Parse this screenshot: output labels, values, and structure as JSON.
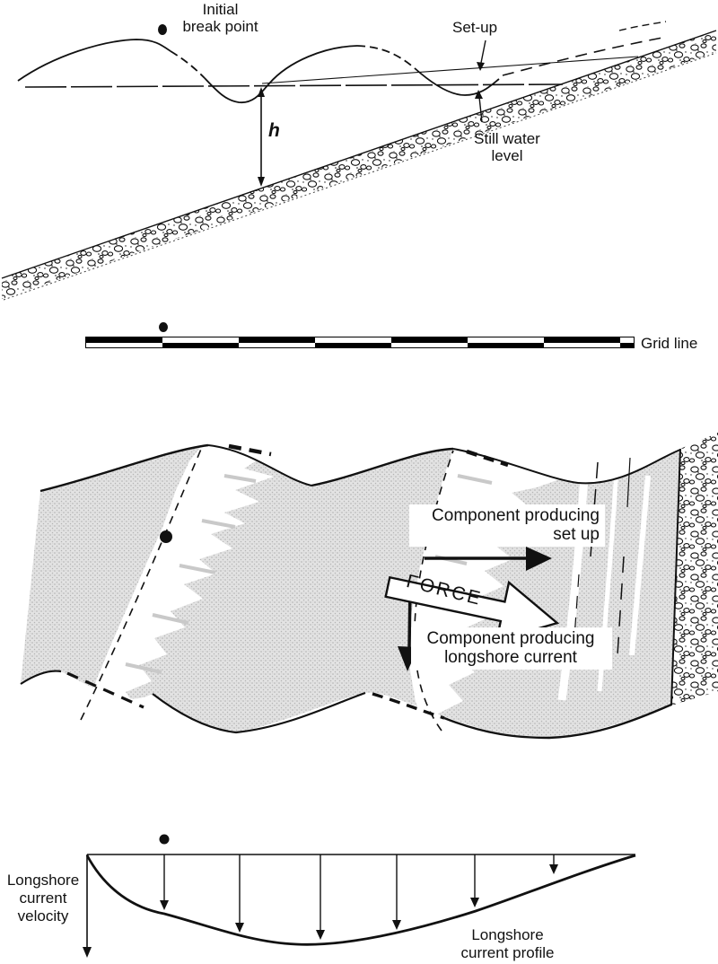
{
  "figure": {
    "panel_top": {
      "labels": {
        "initial_break_point_line1": "Initial",
        "initial_break_point_line2": "break point",
        "set_up": "Set-up",
        "still_water_line1": "Still water",
        "still_water_line2": "level",
        "depth_symbol": "h"
      }
    },
    "grid": {
      "label": "Grid line"
    },
    "panel_middle": {
      "labels": {
        "component_set_up_line1": "Component producing",
        "component_set_up_line2": "set up",
        "force": "FORCE",
        "component_longshore_line1": "Component producing",
        "component_longshore_line2": "longshore current"
      }
    },
    "panel_bottom": {
      "labels": {
        "velocity_line1": "Longshore",
        "velocity_line2": "current",
        "velocity_line3": "velocity",
        "profile_line1": "Longshore",
        "profile_line2": "current profile"
      }
    },
    "colors": {
      "ink": "#111111",
      "water_gray": "#e3e3e3",
      "paper": "#ffffff"
    }
  }
}
